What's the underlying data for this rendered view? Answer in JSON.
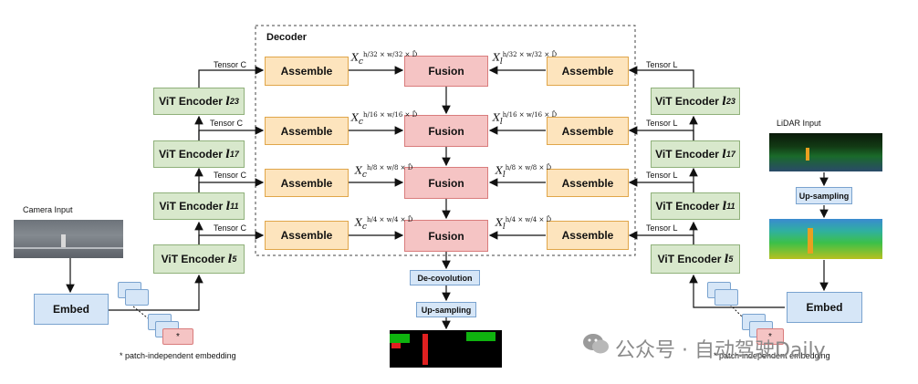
{
  "decoder_title": "Decoder",
  "camera_input": "Camera Input",
  "lidar_input": "LiDAR Input",
  "embed_left": "Embed",
  "embed_right": "Embed",
  "patch_note_left": "* patch-independent embedding",
  "patch_note_right": "* patch-independent embedding",
  "patch_star": "*",
  "vit_left": [
    {
      "name": "ViT Encoder",
      "sub": "23"
    },
    {
      "name": "ViT Encoder",
      "sub": "17"
    },
    {
      "name": "ViT Encoder",
      "sub": "11"
    },
    {
      "name": "ViT Encoder",
      "sub": "5"
    }
  ],
  "vit_right": [
    {
      "name": "ViT Encoder",
      "sub": "23"
    },
    {
      "name": "ViT Encoder",
      "sub": "17"
    },
    {
      "name": "ViT Encoder",
      "sub": "11"
    },
    {
      "name": "ViT Encoder",
      "sub": "5"
    }
  ],
  "vit_layer_symbol": "l",
  "tensor_left": "Tensor C",
  "tensor_right": "Tensor L",
  "assemble_label": "Assemble",
  "fusion_label": "Fusion",
  "x_left_exp": [
    "h/32 × w/32 × D̂",
    "h/16 × w/16 × D̂",
    "h/8 × w/8 × D̂",
    "h/4 × w/4 × D̂"
  ],
  "x_right_exp": [
    "h/32 × w/32 × D̂",
    "h/16 × w/16 × D̂",
    "h/8 × w/8 × D̂",
    "h/4 × w/4 × D̂"
  ],
  "x_left_base": "X",
  "x_left_sub": "c",
  "x_right_base": "X",
  "x_right_sub": "l",
  "deconv_label": "De-covolution",
  "upsampling_label": "Up-sampling",
  "lidar_upsampling_label": "Up-sampling",
  "watermark": "公众号 · 自动驾驶Daily"
}
